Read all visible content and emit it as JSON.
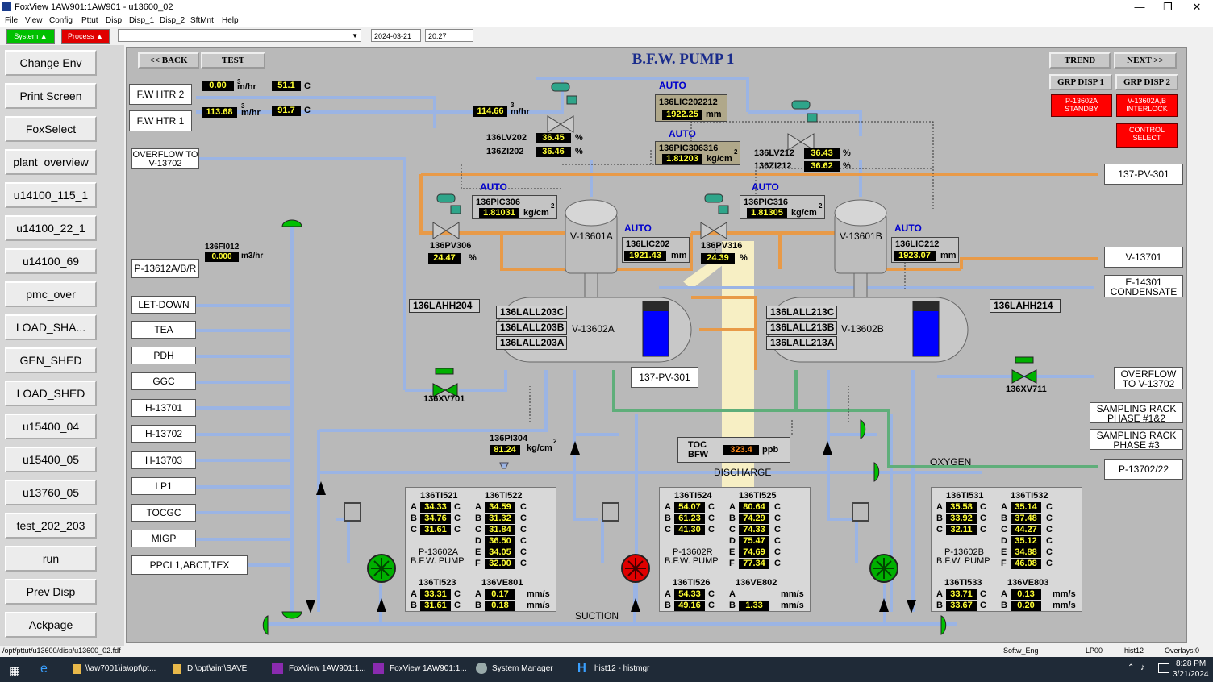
{
  "window": {
    "title": "FoxView 1AW901:1AW901  -  u13600_02"
  },
  "menu": [
    "File",
    "View",
    "Config",
    "Pttut",
    "Disp",
    "Disp_1",
    "Disp_2",
    "SftMnt",
    "Help"
  ],
  "toolbar": {
    "system_label": "System",
    "process_label": "Process",
    "date": "2024-03-21",
    "time": "20:27"
  },
  "nav_buttons": [
    "Change Env",
    "Print Screen",
    "FoxSelect",
    "plant_overview",
    "u14100_115_1",
    "u14100_22_1",
    "u14100_69",
    "pmc_over",
    "LOAD_SHA...",
    "GEN_SHED",
    "LOAD_SHED",
    "u15400_04",
    "u15400_05",
    "u13760_05",
    "test_202_203",
    "run",
    "Prev Disp",
    "Ackpage"
  ],
  "header": {
    "back": "<< BACK",
    "test": "TEST",
    "title": "B.F.W. PUMP 1",
    "trend": "TREND",
    "next": "NEXT >>",
    "grp1": "GRP DISP 1",
    "grp2": "GRP DISP 2"
  },
  "alarms": {
    "standby": "P-13602A STANDBY",
    "interlock": "V-13602A,B INTERLOCK",
    "control_select": "CONTROL SELECT"
  },
  "heaters": {
    "htr2": {
      "label": "F.W HTR 2",
      "flow": "0.00",
      "temp": "51.1"
    },
    "htr1": {
      "label": "F.W HTR 1",
      "flow": "113.68",
      "temp": "91.7"
    },
    "flow_unit": "m/hr",
    "flow_exp": "3",
    "temp_unit": "C"
  },
  "left_tags": [
    "OVERFLOW TO V-13702",
    "P-13612A/B/R",
    "LET-DOWN",
    "TEA",
    "PDH",
    "GGC",
    "H-13701",
    "H-13702",
    "H-13703",
    "LP1",
    "TOCGC",
    "MIGP",
    "PPCL1,ABCT,TEX"
  ],
  "fi012": {
    "tag": "136FI012",
    "value": "0.000",
    "unit": "m3/hr"
  },
  "top_flow": {
    "value": "114.66",
    "unit": "m/hr",
    "exp": "3"
  },
  "lv202": {
    "tag": "136LV202",
    "value": "36.45",
    "unit": "%"
  },
  "zi202": {
    "tag": "136ZI202",
    "value": "36.46",
    "unit": "%"
  },
  "lic202212": {
    "auto": "AUTO",
    "tag": "136LIC202212",
    "value": "1922.25",
    "unit": "mm"
  },
  "pic306316": {
    "auto": "AUTO",
    "tag": "136PIC306316",
    "value": "1.81203",
    "unit": "kg/cm",
    "exp": "2"
  },
  "lv212": {
    "tag": "136LV212",
    "value": "36.43",
    "unit": "%"
  },
  "zi212": {
    "tag": "136ZI212",
    "value": "36.62",
    "unit": "%"
  },
  "pic306": {
    "auto": "AUTO",
    "tag": "136PIC306",
    "value": "1.81031",
    "unit": "kg/cm",
    "exp": "2"
  },
  "pic316": {
    "auto": "AUTO",
    "tag": "136PIC316",
    "value": "1.81305",
    "unit": "kg/cm",
    "exp": "2"
  },
  "pv306": {
    "tag": "136PV306",
    "value": "24.47",
    "unit": "%"
  },
  "pv316": {
    "tag": "136PV316",
    "value": "24.39",
    "unit": "%"
  },
  "lic202": {
    "auto": "AUTO",
    "tag": "136LIC202",
    "value": "1921.43",
    "unit": "mm"
  },
  "lic212": {
    "auto": "AUTO",
    "tag": "136LIC212",
    "value": "1923.07",
    "unit": "mm"
  },
  "vessels": {
    "v13601a": "V-13601A",
    "v13601b": "V-13601B",
    "v13602a": "V-13602A",
    "v13602b": "V-13602B"
  },
  "lall_a": [
    "136LALL203C",
    "136LALL203B",
    "136LALL203A"
  ],
  "lall_b": [
    "136LALL213C",
    "136LALL213B",
    "136LALL213A"
  ],
  "lahh204": "136LAHH204",
  "lahh214": "136LAHH214",
  "xv701": "136XV701",
  "xv711": "136XV711",
  "right_tags": [
    "137-PV-301",
    "V-13701",
    "E-14301 CONDENSATE",
    "OVERFLOW TO V-13702",
    "SAMPLING RACK PHASE #1&2",
    "SAMPLING RACK PHASE #3",
    "P-13702/22"
  ],
  "mid_tag": "137-PV-301",
  "pi304": {
    "tag": "136PI304",
    "value": "81.24",
    "unit": "kg/cm",
    "exp": "2"
  },
  "toc": {
    "label1": "TOC",
    "label2": "BFW",
    "value": "323.4",
    "unit": "ppb"
  },
  "labels": {
    "discharge": "DISCHARGE",
    "suction": "SUCTION",
    "oxygen": "OXYGEN"
  },
  "pump_a": {
    "ti1_tag": "136TI521",
    "ti1": [
      [
        "A",
        "34.33"
      ],
      [
        "B",
        "34.76"
      ],
      [
        "C",
        "31.61"
      ]
    ],
    "ti2_tag": "136TI522",
    "ti2": [
      [
        "A",
        "34.59"
      ],
      [
        "B",
        "31.32"
      ],
      [
        "C",
        "31.84"
      ],
      [
        "D",
        "36.50"
      ],
      [
        "E",
        "34.05"
      ],
      [
        "F",
        "32.00"
      ]
    ],
    "name1": "P-13602A",
    "name2": "B.F.W. PUMP",
    "ti3_tag": "136TI523",
    "ti3": [
      [
        "A",
        "33.31"
      ],
      [
        "B",
        "31.61"
      ]
    ],
    "ve_tag": "136VE801",
    "ve": [
      [
        "A",
        "0.17"
      ],
      [
        "B",
        "0.18"
      ]
    ],
    "ve_unit": "mm/s",
    "temp_unit": "C"
  },
  "pump_r": {
    "ti1_tag": "136TI524",
    "ti1": [
      [
        "A",
        "54.07"
      ],
      [
        "B",
        "61.23"
      ],
      [
        "C",
        "41.30"
      ]
    ],
    "ti2_tag": "136TI525",
    "ti2": [
      [
        "A",
        "80.64"
      ],
      [
        "B",
        "74.29"
      ],
      [
        "C",
        "74.33"
      ],
      [
        "D",
        "75.47"
      ],
      [
        "E",
        "74.69"
      ],
      [
        "F",
        "77.34"
      ]
    ],
    "name1": "P-13602R",
    "name2": "B.F.W. PUMP",
    "ti3_tag": "136TI526",
    "ti3": [
      [
        "A",
        "54.33"
      ],
      [
        "B",
        "49.16"
      ]
    ],
    "ve_tag": "136VE802",
    "ve": [
      [
        "A",
        ""
      ],
      [
        "B",
        "1.33"
      ]
    ],
    "ve_unit": "mm/s",
    "temp_unit": "C"
  },
  "pump_b": {
    "ti1_tag": "136TI531",
    "ti1": [
      [
        "A",
        "35.58"
      ],
      [
        "B",
        "33.92"
      ],
      [
        "C",
        "32.11"
      ]
    ],
    "ti2_tag": "136TI532",
    "ti2": [
      [
        "A",
        "35.14"
      ],
      [
        "B",
        "37.48"
      ],
      [
        "C",
        "44.27"
      ],
      [
        "D",
        "35.12"
      ],
      [
        "E",
        "34.88"
      ],
      [
        "F",
        "46.08"
      ]
    ],
    "name1": "P-13602B",
    "name2": "B.F.W. PUMP",
    "ti3_tag": "136TI533",
    "ti3": [
      [
        "A",
        "33.71"
      ],
      [
        "B",
        "33.67"
      ]
    ],
    "ve_tag": "136VE803",
    "ve": [
      [
        "A",
        "0.13"
      ],
      [
        "B",
        "0.20"
      ]
    ],
    "ve_unit": "mm/s",
    "temp_unit": "C"
  },
  "statusbar": {
    "path": "/opt/pttut/u13600/disp/u13600_02.fdf",
    "sftw": "Softw_Eng",
    "lp": "LP00",
    "hist": "hist12",
    "overlays": "Overlays:0"
  },
  "taskbar": {
    "items": [
      "\\\\aw7001\\ia\\opt\\pt...",
      "D:\\opt\\aim\\SAVE",
      "FoxView 1AW901:1...",
      "FoxView 1AW901:1...",
      "System Manager",
      "hist12 - histmgr"
    ],
    "time": "8:28 PM",
    "date": "3/21/2024"
  },
  "colors": {
    "pipe_blue": "#9bb4e4",
    "pipe_orange": "#e89a48",
    "pipe_green": "#5fae7a",
    "level_blue": "#0000ff",
    "alarm_red": "#ff0000",
    "auto_blue": "#0000cc"
  }
}
